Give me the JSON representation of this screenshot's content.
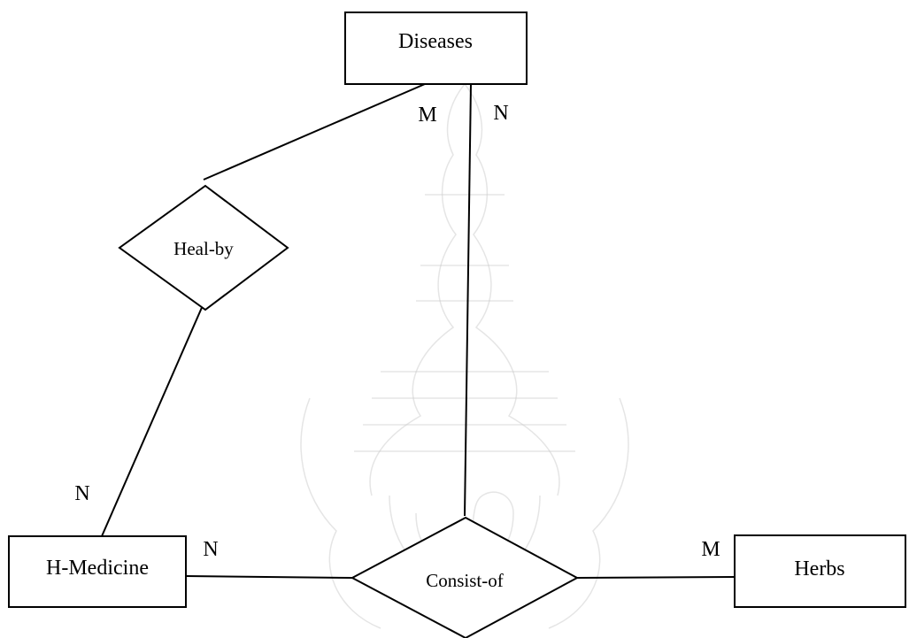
{
  "entities": {
    "diseases": "Diseases",
    "h_medicine": "H-Medicine",
    "herbs": "Herbs"
  },
  "relationships": {
    "heal_by": "Heal-by",
    "consist_of": "Consist-of"
  },
  "cardinalities": {
    "heal_by_diseases": "M",
    "consist_of_diseases": "N",
    "heal_by_h_medicine": "N",
    "consist_of_h_medicine": "N",
    "consist_of_herbs": "M"
  },
  "watermark": "seal-emblem"
}
